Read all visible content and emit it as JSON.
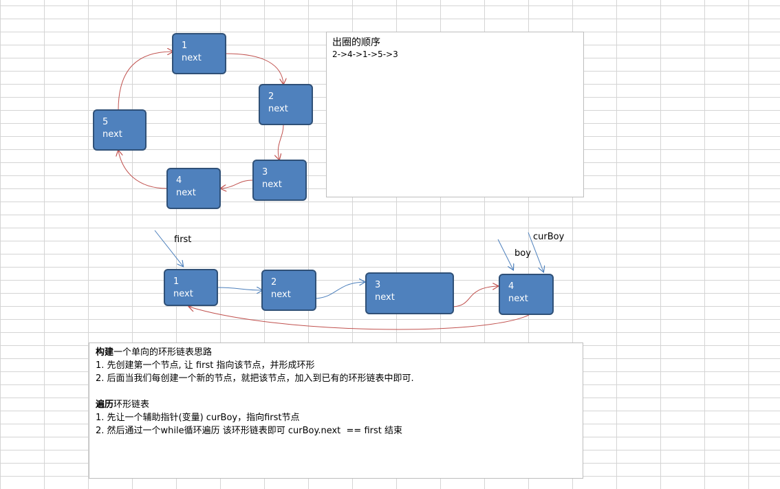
{
  "circle_diagram": {
    "nodes": [
      {
        "num": "1",
        "field": "next"
      },
      {
        "num": "2",
        "field": "next"
      },
      {
        "num": "3",
        "field": "next"
      },
      {
        "num": "4",
        "field": "next"
      },
      {
        "num": "5",
        "field": "next"
      }
    ]
  },
  "order_box": {
    "title": "出圈的顺序",
    "sequence": "2->4->1->5->3"
  },
  "linked_list_diagram": {
    "nodes": [
      {
        "num": "1",
        "field": "next"
      },
      {
        "num": "2",
        "field": "next"
      },
      {
        "num": "3",
        "field": "next"
      },
      {
        "num": "4",
        "field": "next"
      }
    ],
    "pointer_first": "first",
    "pointer_boy": "boy",
    "pointer_curboy": "curBoy"
  },
  "notes": {
    "build_title_bold": "构建",
    "build_title_rest": "一个单向的环形链表思路",
    "build_step1": "1. 先创建第一个节点, 让 first 指向该节点，并形成环形",
    "build_step2": "2. 后面当我们每创建一个新的节点，就把该节点，加入到已有的环形链表中即可.",
    "traverse_title_bold": "遍历",
    "traverse_title_rest": "环形链表",
    "traverse_step1": "1. 先让一个辅助指针(变量) curBoy，指向first节点",
    "traverse_step2": "2. 然后通过一个while循环遍历 该环形链表即可 curBoy.next  == first 结束"
  },
  "colors": {
    "node_fill": "#4f81bd",
    "node_border": "#2f5077",
    "red_arrow": "#c0504d",
    "blue_arrow": "#4a7ebb"
  }
}
